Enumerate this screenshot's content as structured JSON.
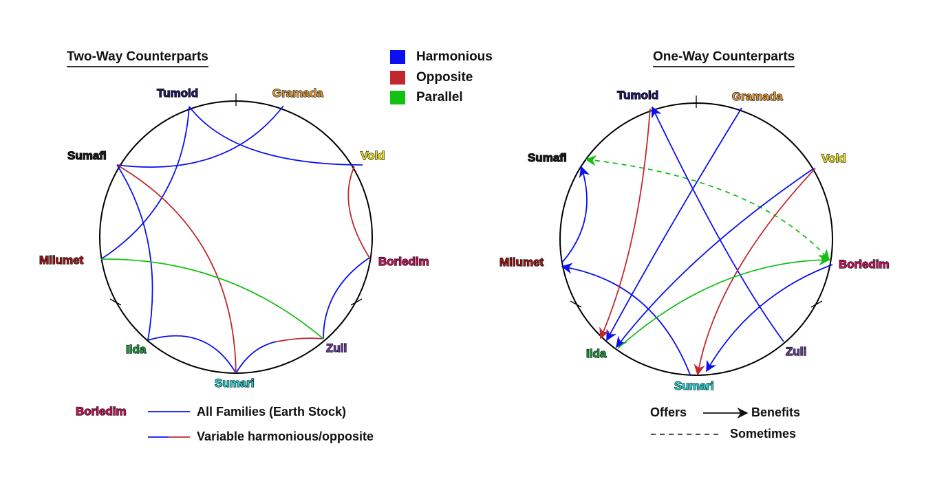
{
  "left_title": "Two-Way Counterparts",
  "right_title": "One-Way Counterparts",
  "legend": {
    "harmonious": {
      "label": "Harmonious",
      "color": "#0a10f0"
    },
    "opposite": {
      "label": "Opposite",
      "color": "#c0282e"
    },
    "parallel": {
      "label": "Parallel",
      "color": "#14c014"
    }
  },
  "families": [
    {
      "name": "Tumold",
      "color": "#1c1c66"
    },
    {
      "name": "Gramada",
      "color": "#e09a3a"
    },
    {
      "name": "Vold",
      "color": "#e8e020"
    },
    {
      "name": "Borledim",
      "color": "#c8135c"
    },
    {
      "name": "Zuli",
      "color": "#6a3c9c"
    },
    {
      "name": "Sumari",
      "color": "#20d0d0"
    },
    {
      "name": "Ilda",
      "color": "#1e9a3c"
    },
    {
      "name": "Milumet",
      "color": "#a01818"
    },
    {
      "name": "Sumafi",
      "color": "#1a1a1a"
    }
  ],
  "bottom_left": {
    "family_label": "Borledim",
    "all_families_text": "All Families (Earth Stock)",
    "variable_text": "Variable harmonious/opposite"
  },
  "bottom_right": {
    "offers": "Offers",
    "benefits": "Benefits",
    "sometimes": "Sometimes"
  }
}
